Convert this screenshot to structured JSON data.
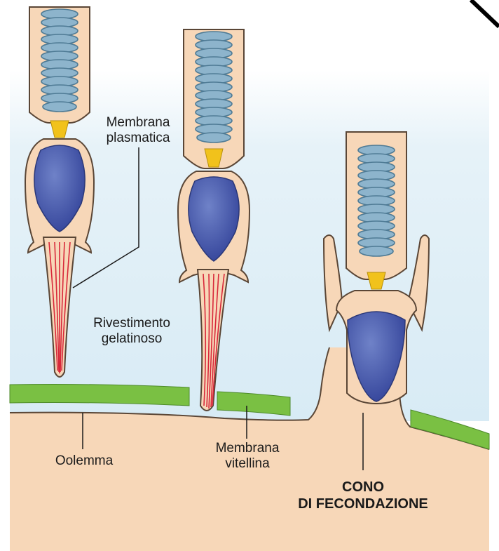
{
  "labels": {
    "membrana_plasmatica": [
      "Membrana",
      "plasmatica"
    ],
    "rivestimento_gelatinoso": [
      "Rivestimento",
      "gelatinoso"
    ],
    "oolemma": "Oolemma",
    "membrana_vitellina": [
      "Membrana",
      "vitellina"
    ],
    "cono_di_fecondazione": [
      "CONO",
      "DI FECONDAZIONE"
    ]
  },
  "colors": {
    "sky": "#dcedf6",
    "cytoplasm": "#f7d7b8",
    "outline": "#5a4636",
    "nucleus": "#3c4da0",
    "nucleus_highlight": "#6f82c8",
    "mitochondria": "#8db4cc",
    "centriole": "#f1c21b",
    "acrosomal_filament": "#d8283a",
    "vitelline_membrane": "#7ac043",
    "leader_line": "#1a1a1a"
  }
}
